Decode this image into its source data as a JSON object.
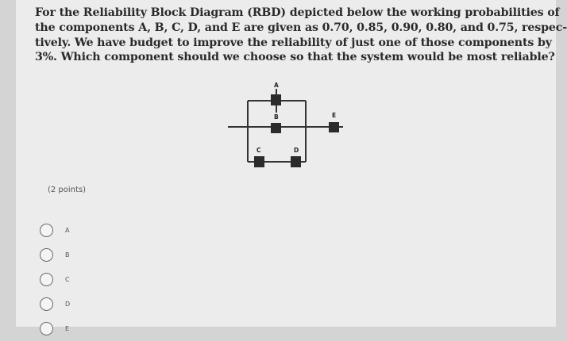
{
  "question": {
    "lines": [
      "For the Reliability Block Diagram (RBD) depicted below the working probabilities of",
      "the components A, B, C, D, and E are given as 0.70, 0.85, 0.90, 0.80, and 0.75, respec-",
      "tively. We have budget to improve the reliability of just one of those components by",
      "3%. Which component should we choose so that the system would be most reliable?"
    ]
  },
  "diagram": {
    "components": [
      "A",
      "B",
      "C",
      "D",
      "E"
    ]
  },
  "points_text": "(2 points)",
  "options": [
    "A",
    "B",
    "C",
    "D",
    "E"
  ]
}
